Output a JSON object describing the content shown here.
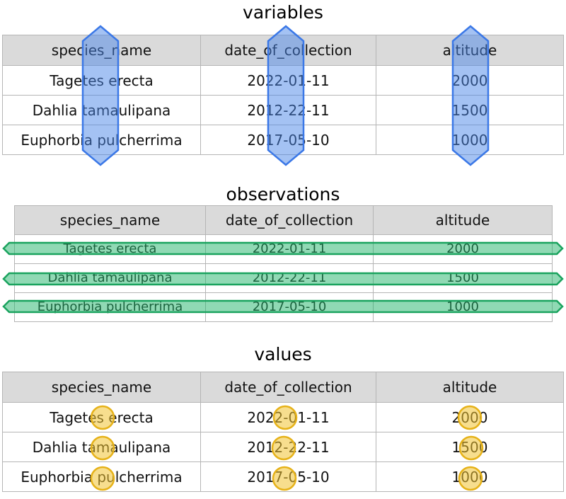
{
  "sections": [
    {
      "title": "variables",
      "columns": [
        "species_name",
        "date_of_collection",
        "altitude"
      ],
      "rows": [
        [
          "Tagetes erecta",
          "2022-01-11",
          "2000"
        ],
        [
          "Dahlia tamaulipana",
          "2012-22-11",
          "1500"
        ],
        [
          "Euphorbia pulcherrima",
          "2017-05-10",
          "1000"
        ]
      ]
    },
    {
      "title": "observations",
      "columns": [
        "species_name",
        "date_of_collection",
        "altitude"
      ],
      "rows": [
        [
          "Tagetes erecta",
          "2022-01-11",
          "2000"
        ],
        [
          "Dahlia tamaulipana",
          "2012-22-11",
          "1500"
        ],
        [
          "Euphorbia pulcherrima",
          "2017-05-10",
          "1000"
        ]
      ]
    },
    {
      "title": "values",
      "columns": [
        "species_name",
        "date_of_collection",
        "altitude"
      ],
      "rows": [
        [
          "Tagetes erecta",
          "2022-01-11",
          "2000"
        ],
        [
          "Dahlia tamaulipana",
          "2012-22-11",
          "1500"
        ],
        [
          "Euphorbia pulcherrima",
          "2017-05-10",
          "1000"
        ]
      ]
    }
  ],
  "colors": {
    "variable_highlight": "#4a86e8",
    "observation_highlight": "#21b469",
    "value_highlight": "#f1c232"
  }
}
